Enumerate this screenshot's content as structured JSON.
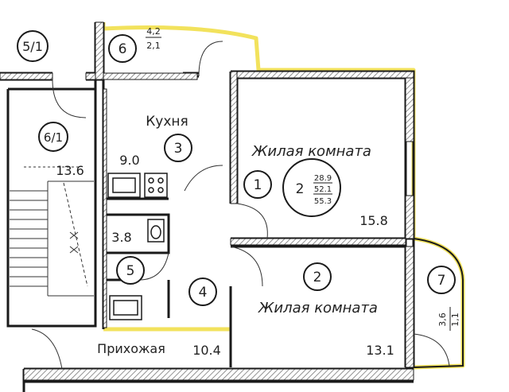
{
  "rooms": {
    "r51": {
      "id": "5/1"
    },
    "r6": {
      "id": "6",
      "frac_top": "4,2",
      "frac_bottom": "2,1"
    },
    "r61": {
      "id": "6/1",
      "area": "13.6"
    },
    "kitchen": {
      "name": "Кухня",
      "id": "3",
      "area": "9.0"
    },
    "living1": {
      "name": "Жилая комната",
      "id": "1",
      "area": "15.8"
    },
    "bath": {
      "area": "3.8",
      "id": "5"
    },
    "corr": {
      "id": "4"
    },
    "living2": {
      "name": "Жилая комната",
      "id": "2",
      "area": "13.1"
    },
    "balcony": {
      "id": "7",
      "frac_top": "3,6",
      "frac_bottom": "1,1"
    },
    "hall": {
      "name": "Прихожая",
      "area": "10.4"
    }
  },
  "summary": {
    "rooms": "2",
    "living": "28.9",
    "useful": "52.1",
    "total": "55.3"
  },
  "colors": {
    "wall": "#1a1a1a",
    "hatch": "#777777",
    "highlight": "#f2e25c",
    "ink": "#222222"
  }
}
